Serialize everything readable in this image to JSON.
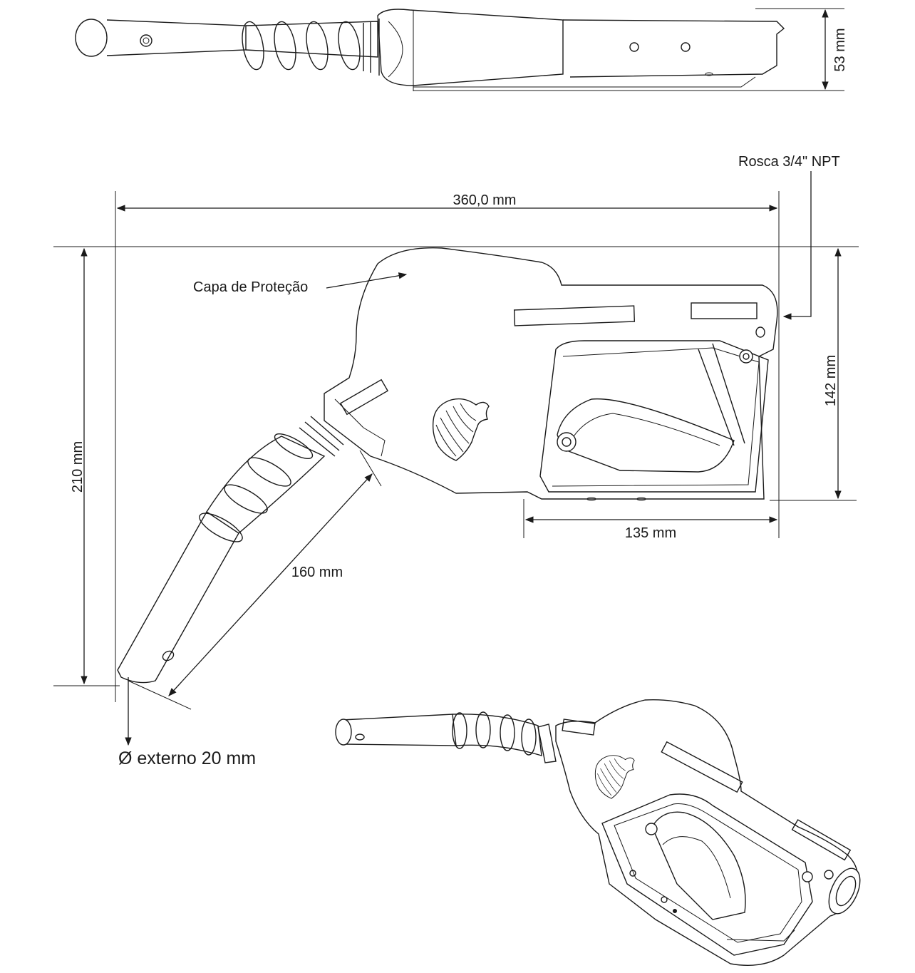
{
  "labels": {
    "dim_height_top_view": "53 mm",
    "thread": "Rosca 3/4\" NPT",
    "dim_total_length": "360,0 mm",
    "protection_cap": "Capa de Proteção",
    "dim_total_height": "210 mm",
    "dim_body_height": "142 mm",
    "dim_body_length": "135 mm",
    "dim_spout_length": "160 mm",
    "spout_outer_diameter": "Ø externo 20 mm"
  },
  "colors": {
    "line": "#1a1a1a",
    "background": "#ffffff"
  },
  "icons": {
    "logo": "lion-head-logo",
    "arrow": "dimension-arrow"
  }
}
